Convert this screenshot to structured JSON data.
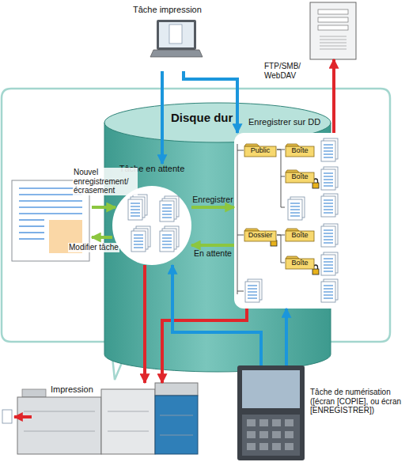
{
  "diagram": {
    "nodes": [
      {
        "text": [
          "Tâche impression"
        ]
      },
      {
        "text": [
          "FTP/SMB/ WebDAV"
        ]
      },
      {
        "text": [
          "Disque dur"
        ]
      },
      {
        "text": [
          "Tâche en attente"
        ],
        "in": 2
      },
      {
        "text": [
          "Enregistrer sur DD"
        ],
        "in": 2
      },
      {
        "text": [
          "Public"
        ],
        "in": 4
      },
      {
        "text": [
          "Boîte"
        ],
        "in": 4
      },
      {
        "text": [
          "Boîte"
        ],
        "in": 4
      },
      {
        "text": [
          "Dossier"
        ],
        "in": 4
      },
      {
        "text": [
          "Boîte"
        ],
        "in": 4
      },
      {
        "text": [
          "Boîte"
        ],
        "in": 4
      },
      {
        "text": [
          "Impression"
        ]
      },
      {
        "text": [
          "Tâche de numérisation ([écran [COPIE], ou écran [ENREGISTRER])"
        ]
      }
    ],
    "edges": [
      {
        "from": 0,
        "to": 3,
        "arrow": "to"
      },
      {
        "from": 0,
        "to": 4,
        "arrow": "to"
      },
      {
        "from": 4,
        "to": 1,
        "arrow": "to"
      },
      {
        "from": 3,
        "to": 4,
        "label": "Enregistrer",
        "arrow": "to"
      },
      {
        "from": 4,
        "to": 3,
        "label": "En attente",
        "arrow": "to"
      },
      {
        "from": 5,
        "to": 6,
        "arrow": "none"
      },
      {
        "from": 5,
        "to": 7,
        "arrow": "none"
      },
      {
        "from": 8,
        "to": 9,
        "arrow": "none"
      },
      {
        "from": 8,
        "to": 10,
        "arrow": "none"
      },
      {
        "from": 3,
        "to": 11,
        "arrow": "to"
      },
      {
        "from": 4,
        "to": 11,
        "arrow": "to"
      },
      {
        "from": 12,
        "to": 3,
        "arrow": "to"
      },
      {
        "from": 12,
        "to": 4,
        "arrow": "to"
      }
    ],
    "labels": [
      "Nouvel enregistrement/ écrasement",
      "Modifier tâche"
    ]
  }
}
